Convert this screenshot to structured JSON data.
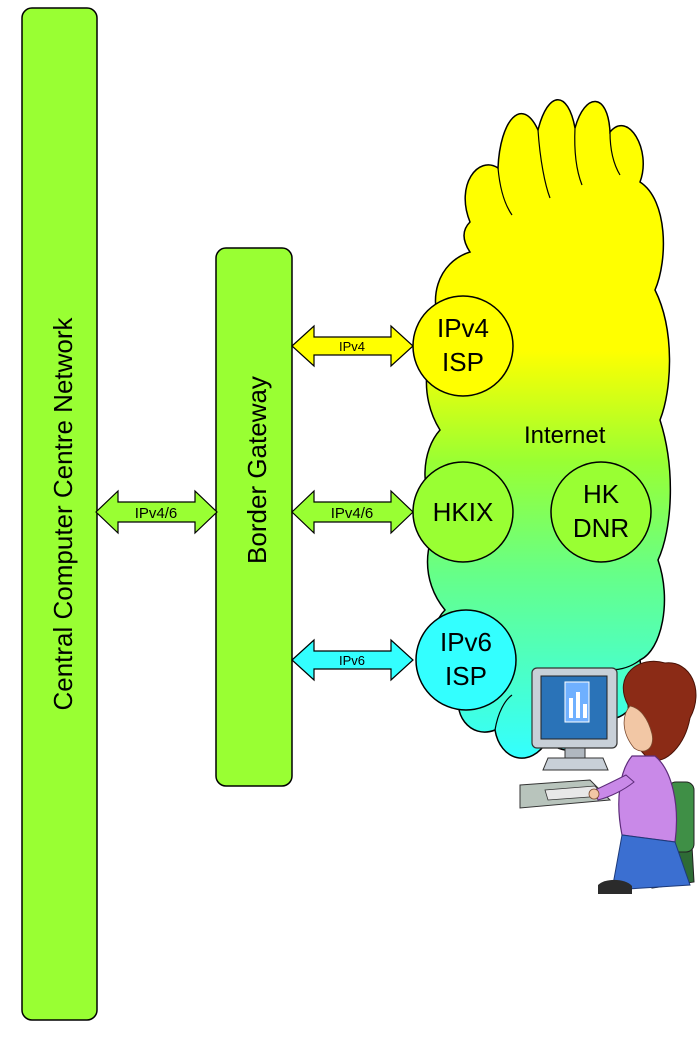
{
  "diagram": {
    "network_label": "Central Computer Centre Network",
    "gateway_label": "Border Gateway",
    "cloud_label": "Internet",
    "links": {
      "network_gateway": "IPv4/6",
      "ipv4": "IPv4",
      "hkix": "IPv4/6",
      "ipv6": "IPv6"
    },
    "nodes": {
      "ipv4_isp": {
        "line1": "IPv4",
        "line2": "ISP"
      },
      "hkix": {
        "line1": "HKIX"
      },
      "hk_dnr": {
        "line1": "HK",
        "line2": "DNR"
      },
      "ipv6_isp": {
        "line1": "IPv6",
        "line2": "ISP"
      }
    },
    "colors": {
      "block_fill": "#99ff33",
      "ipv4": "#ffff00",
      "mixed": "#99ff33",
      "ipv6": "#33ffff",
      "cloud_top": "#ffff00",
      "cloud_mid": "#99ff33",
      "cloud_bottom": "#33ffff",
      "outline": "#000000"
    },
    "icons": [
      "user-at-computer-icon"
    ]
  }
}
